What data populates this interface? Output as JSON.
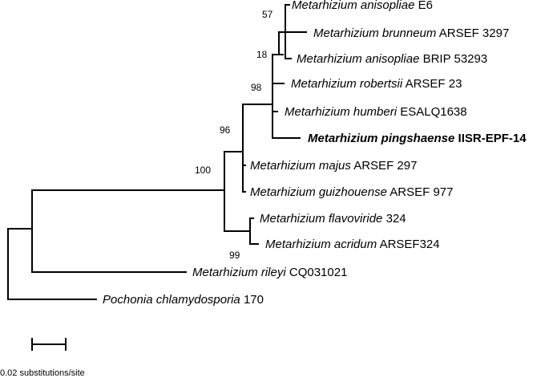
{
  "taxa": [
    {
      "id": "t1",
      "species": "Metarhizium anisopliae",
      "strain": "E6",
      "highlight": false
    },
    {
      "id": "t2",
      "species": "Metarhizium brunneum",
      "strain": "ARSEF 3297",
      "highlight": false
    },
    {
      "id": "t3",
      "species": "Metarhizium anisopliae",
      "strain": "BRIP 53293",
      "highlight": false
    },
    {
      "id": "t4",
      "species": "Metarhizium robertsii",
      "strain": "ARSEF 23",
      "highlight": false
    },
    {
      "id": "t5",
      "species": "Metarhizium humberi",
      "strain": "ESALQ1638",
      "highlight": false
    },
    {
      "id": "t6",
      "species": "Metarhizium pingshaense",
      "strain": "IISR-EPF-14",
      "highlight": true
    },
    {
      "id": "t7",
      "species": "Metarhizium majus",
      "strain": "ARSEF 297",
      "highlight": false
    },
    {
      "id": "t8",
      "species": "Metarhizium guizhouense",
      "strain": "ARSEF 977",
      "highlight": false
    },
    {
      "id": "t9",
      "species": "Metarhizium flavoviride",
      "strain": "324",
      "highlight": false
    },
    {
      "id": "t10",
      "species": "Metarhizium acridum",
      "strain": "ARSEF324",
      "highlight": false
    },
    {
      "id": "t11",
      "species": "Metarhizium rileyi",
      "strain": "CQ031021",
      "highlight": false
    },
    {
      "id": "t12",
      "species": "Pochonia chlamydosporia",
      "strain": "170",
      "highlight": false
    }
  ],
  "bootstrap": [
    {
      "id": "b57",
      "value": "57"
    },
    {
      "id": "b18",
      "value": "18"
    },
    {
      "id": "b98",
      "value": "98"
    },
    {
      "id": "b96",
      "value": "96"
    },
    {
      "id": "b100",
      "value": "100"
    },
    {
      "id": "b99",
      "value": "99"
    }
  ],
  "scale": {
    "value": 0.02,
    "label": "0.02 substitutions/site"
  }
}
